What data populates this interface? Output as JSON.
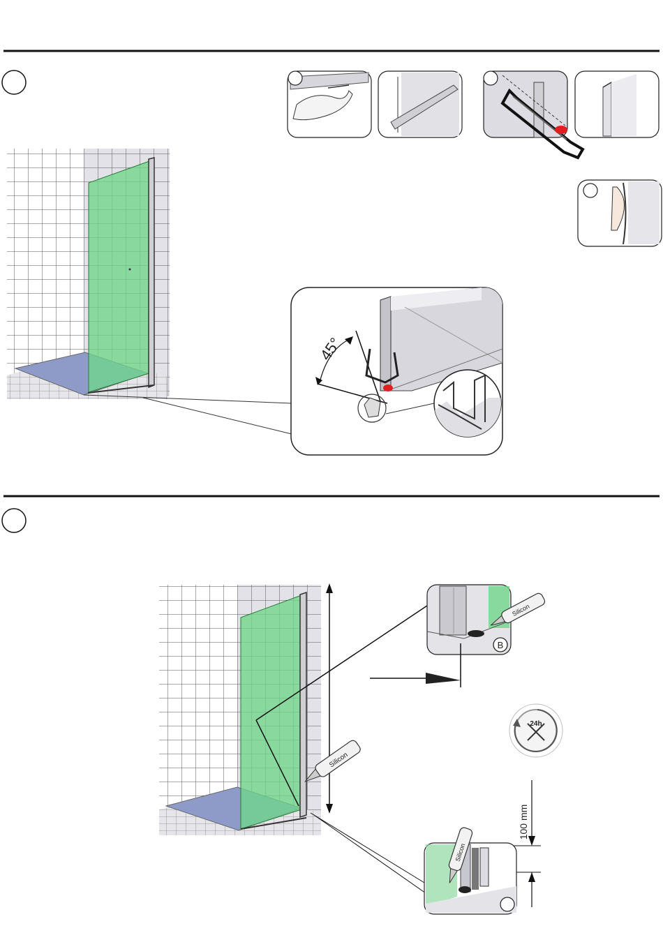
{
  "step1": {
    "angle_label": "45°",
    "step_circle": "",
    "insets": [
      "",
      "",
      "",
      "",
      ""
    ]
  },
  "step2": {
    "step_circle": "",
    "silicone_top": "Silicon",
    "silicone_side": "Silicon",
    "silicone_bottom": "Silicon",
    "marker_b": "B",
    "clock_label": "24h",
    "dimension_label": "100 mm"
  },
  "colors": {
    "glass": "#6fd68a",
    "tile_line": "#555555",
    "wall_grey": "#dcdce2",
    "tray": "#8e9bc8",
    "frame": "#333333",
    "red_accent": "#e02020"
  },
  "icons": [
    "hand-icon",
    "hacksaw-icon",
    "clock-24h-icon",
    "silicone-gun-icon"
  ]
}
